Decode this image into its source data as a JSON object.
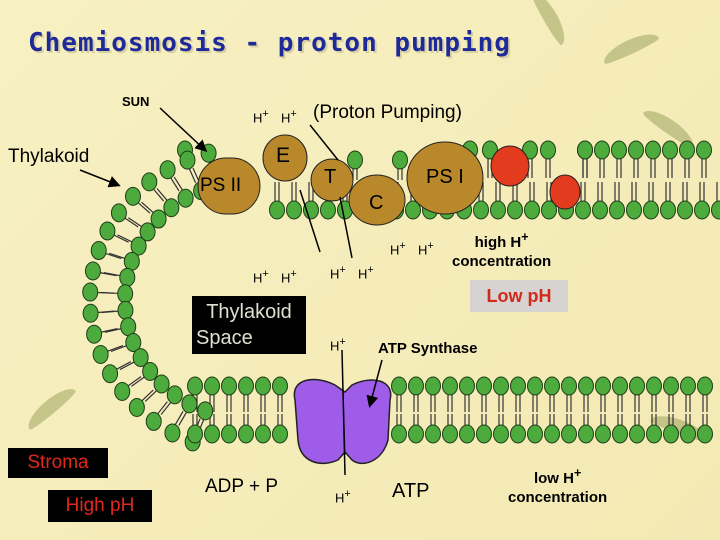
{
  "title": "Chemiosmosis - proton pumping",
  "labels": {
    "sun": "SUN",
    "thylakoid": "Thylakoid",
    "h_plus": "H",
    "plus": "+",
    "proton_pumping": "(Proton Pumping)",
    "e": "E",
    "ps2": "PS II",
    "t": "T",
    "c": "C",
    "ps1": "PS I",
    "high_h": "high H",
    "high_h_sup": "+",
    "concentration": "concentration",
    "low_ph": "Low pH",
    "thylakoid_space_line1": "Thylakoid",
    "thylakoid_space_line2": "Space",
    "atp_synthase": "ATP Synthase",
    "stroma": "Stroma",
    "high_ph": "High pH",
    "adp": "ADP + P",
    "atp": "ATP",
    "low_h": "low H",
    "low_h_sup": "+",
    "low_concentration": "concentration"
  },
  "colors": {
    "title": "#1f2a9a",
    "membrane_head": "#4cab3c",
    "complex": "#b8882a",
    "ps1_red": "#e23b1e",
    "atp_synthase": "#9e5ce8",
    "black_box": "#000000",
    "low_ph_box": "#d8d3d3",
    "low_ph_text": "#d02a1a",
    "stroma_text": "#e0281e"
  }
}
